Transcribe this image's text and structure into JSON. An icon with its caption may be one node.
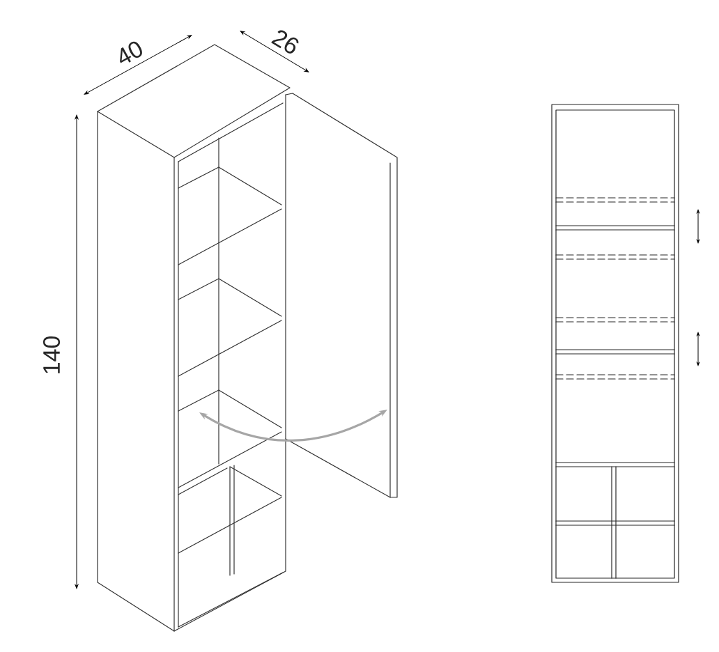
{
  "diagram": {
    "labels": [
      "40",
      "26",
      "140"
    ]
  }
}
